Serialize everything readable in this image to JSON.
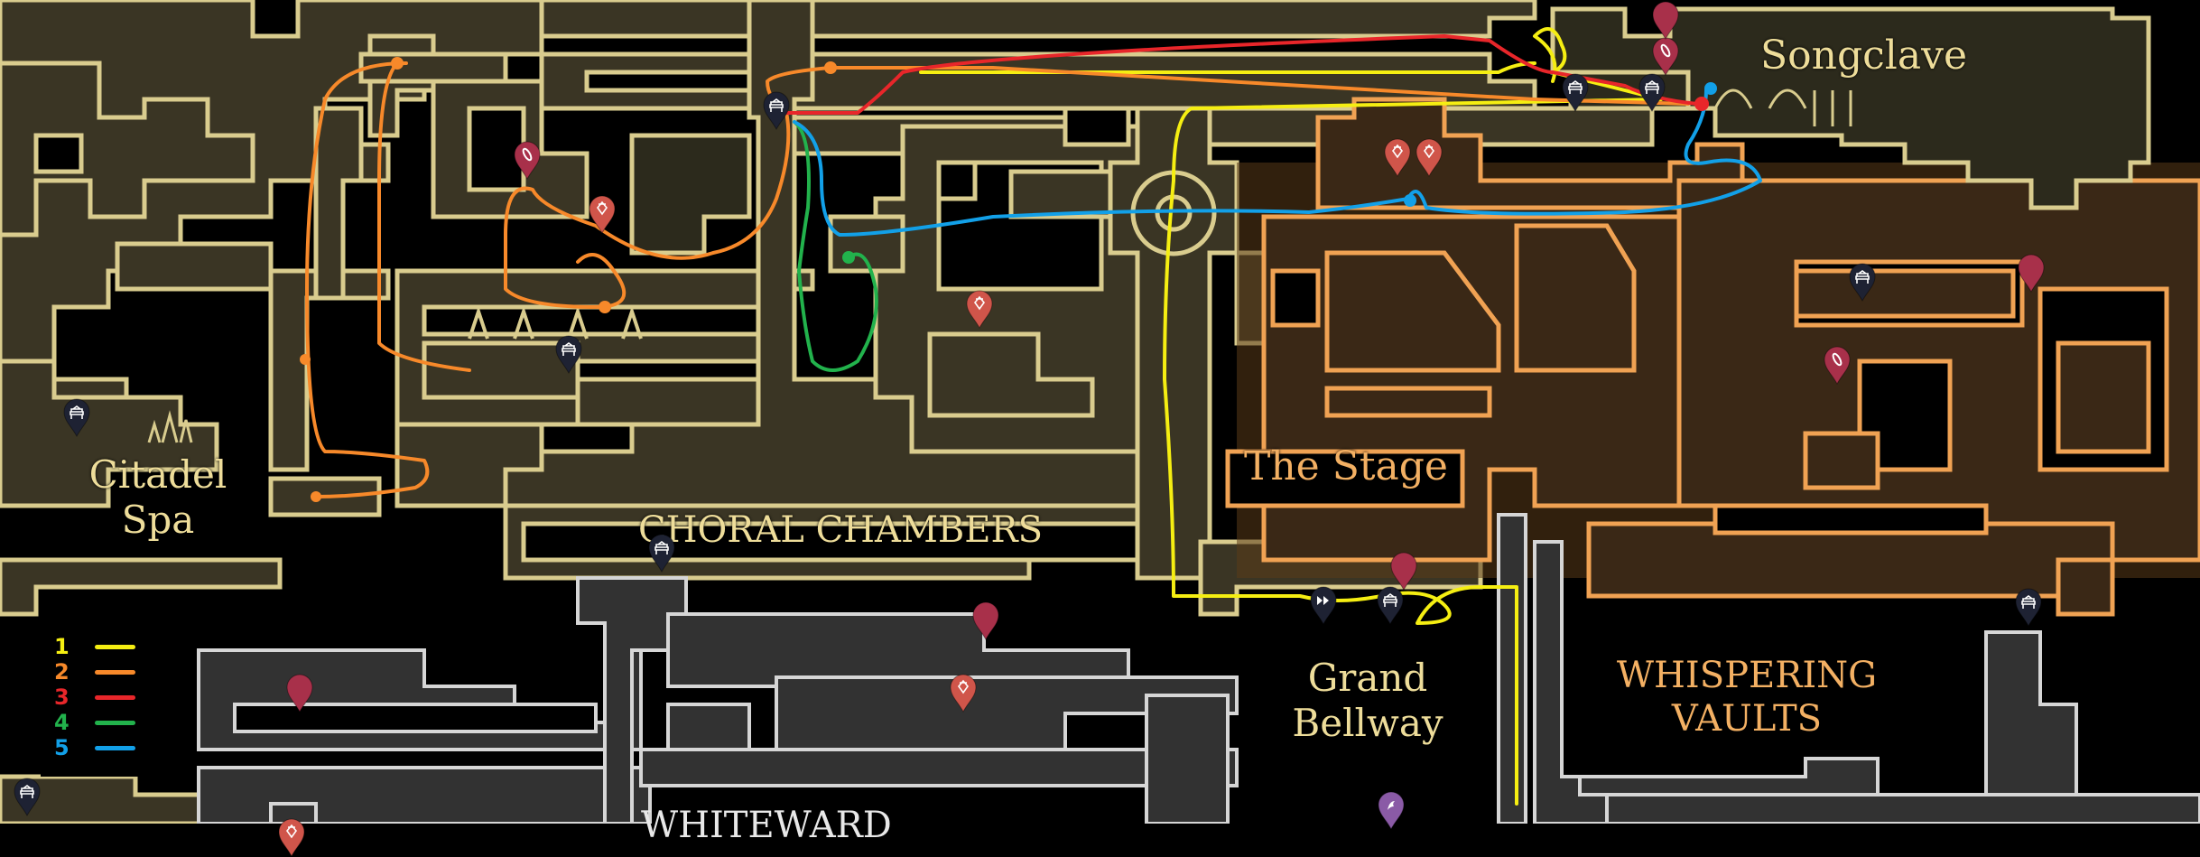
{
  "map": {
    "regions": [
      {
        "id": "songclave",
        "label": "Songclave",
        "style": "gold"
      },
      {
        "id": "citadel-spa",
        "label_line1": "Citadel",
        "label_line2": "Spa",
        "style": "gold"
      },
      {
        "id": "choral-chambers",
        "label": "CHORAL CHAMBERS",
        "style": "gold"
      },
      {
        "id": "the-stage",
        "label": "The Stage",
        "style": "orange"
      },
      {
        "id": "grand-bellway",
        "label_line1": "Grand",
        "label_line2": "Bellway",
        "style": "gold"
      },
      {
        "id": "whispering-vaults",
        "label_line1": "WHISPERING",
        "label_line2": "VAULTS",
        "style": "orange"
      },
      {
        "id": "whiteward",
        "label": "WHITEWARD",
        "style": "grey"
      }
    ],
    "colors": {
      "gold_outline": "#d9cc8e",
      "gold_fill": "#3a3524",
      "orange_outline": "#f0a253",
      "orange_fill": "#3a2816",
      "grey_outline": "#d6d6d6",
      "grey_fill": "#323232",
      "pin_bench": "#1e2233",
      "pin_red": "#a8304a",
      "pin_coral": "#d0554a",
      "pin_purple": "#8a5aa6"
    }
  },
  "legend": {
    "items": [
      {
        "number": "1",
        "color": "#f5ee12"
      },
      {
        "number": "2",
        "color": "#f7892a"
      },
      {
        "number": "3",
        "color": "#e8262a"
      },
      {
        "number": "4",
        "color": "#22b24c"
      },
      {
        "number": "5",
        "color": "#12a0e8"
      }
    ]
  },
  "routes": [
    {
      "id": "route-1",
      "number": "1",
      "color": "#f5ee12"
    },
    {
      "id": "route-2",
      "number": "2",
      "color": "#f7892a"
    },
    {
      "id": "route-3",
      "number": "3",
      "color": "#e8262a"
    },
    {
      "id": "route-4",
      "number": "4",
      "color": "#22b24c"
    },
    {
      "id": "route-5",
      "number": "5",
      "color": "#12a0e8"
    }
  ],
  "markers": {
    "bench_icon": "bench-icon",
    "fast_travel_icon": "fast-travel-icon",
    "red_pin_icon": "map-pin-icon",
    "rosary_icon": "rosary-icon",
    "relic_icon": "relic-icon",
    "flea_icon": "flea-icon"
  }
}
